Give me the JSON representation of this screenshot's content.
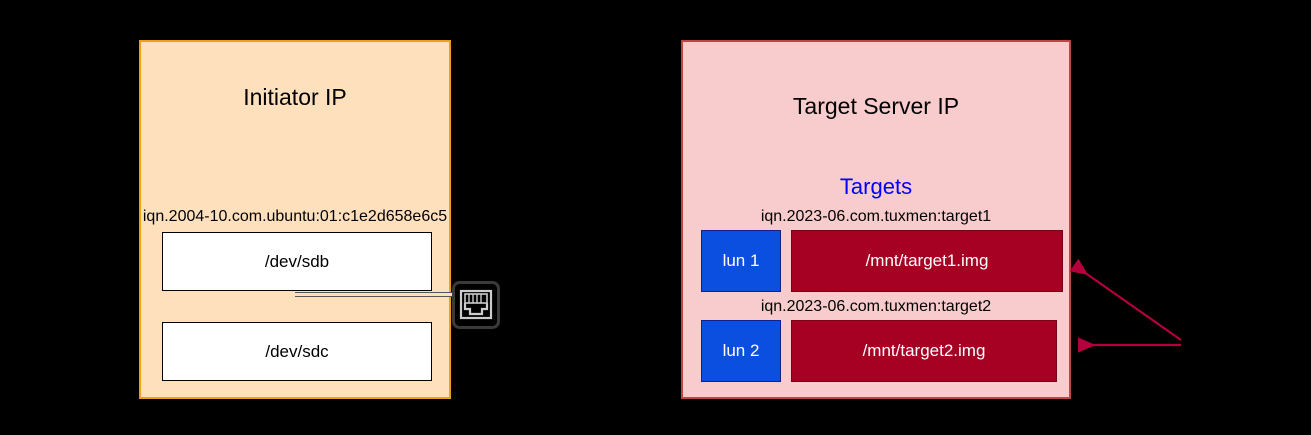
{
  "diagram": {
    "title": "iSCSI initiator and target server storage mapping",
    "background_color": "#000000"
  },
  "initiator": {
    "title": "Initiator IP",
    "iqn": "iqn.2004-10.com.ubuntu:01:c1e2d658e6c5",
    "panel_color": "#ffe0bd",
    "border_color": "#e8a317",
    "devices": [
      {
        "label": "/dev/sdb"
      },
      {
        "label": "/dev/sdc"
      }
    ]
  },
  "target_server": {
    "title": "Target Server IP",
    "section_heading": "Targets",
    "section_heading_color": "#0000ff",
    "panel_color": "#f8cccc",
    "border_color": "#c14444",
    "targets": [
      {
        "iqn": "iqn.2023-06.com.tuxmen:target1",
        "lun_label": "lun 1",
        "lun_color": "#0b4fe0",
        "backing_store": "/mnt/target1.img",
        "backing_store_color": "#a60023"
      },
      {
        "iqn": "iqn.2023-06.com.tuxmen:target2",
        "lun_label": "lun 2",
        "lun_color": "#0b4fe0",
        "backing_store": "/mnt/target2.img",
        "backing_store_color": "#a60023"
      }
    ]
  },
  "connector": {
    "icon": "ethernet-port-icon",
    "line_color": "#555555"
  },
  "annotations": {
    "arrow_color": "#b3003c",
    "arrow_count": 2
  }
}
